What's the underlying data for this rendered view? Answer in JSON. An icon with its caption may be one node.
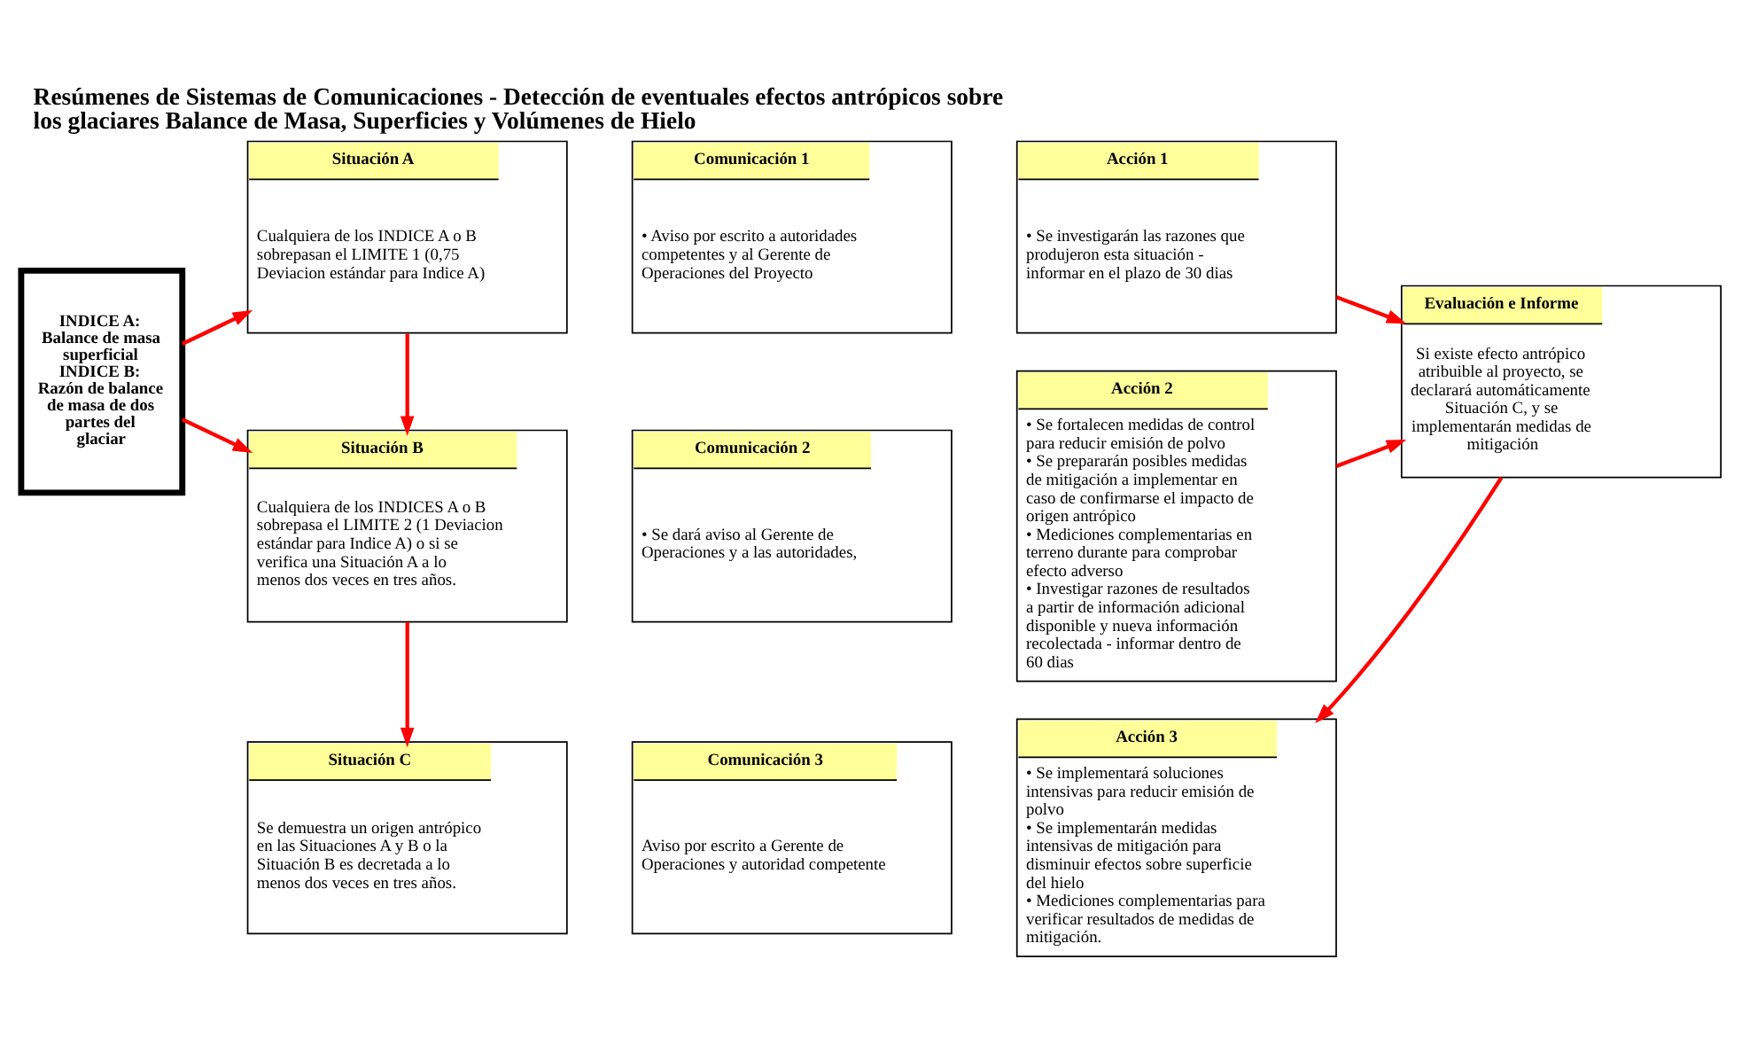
{
  "diagram": {
    "title": "Resúmenes de Sistemas de Comunicaciones - Detección de eventuales efectos antrópicos sobre los glaciares Balance de Masa, Superficies y Volúmenes de Hielo",
    "nodes": [
      {
        "text": [
          "INDICE A:",
          "Balance de masa superficial",
          "INDICE B:",
          "Razón de balance de masa de dos partes del glaciar"
        ]
      },
      {
        "text": [
          "Situación A",
          "Cualquiera de los INDICE A o B sobrepasan el LIMITE 1 (0,75 Deviacion estándar para Indice A)"
        ]
      },
      {
        "text": [
          "Comunicación 1",
          "• Aviso por escrito a autoridades competentes y al Gerente de Operaciones del Proyecto"
        ]
      },
      {
        "text": [
          "Acción 1",
          "• Se investigarán las razones que produjeron esta situación - informar en el plazo de 30 dias"
        ]
      },
      {
        "text": [
          "Evaluación e Informe",
          "Si existe efecto antrópico atribuible al proyecto, se declarará automáticamente Situación C, y se implementarán medidas de mitigación"
        ]
      },
      {
        "text": [
          "Situación B",
          "Cualquiera de los INDICES A o B sobrepasa el LIMITE 2 (1 Deviacion estándar para Indice A) o si se verifica una Situación A a lo menos dos veces en tres años."
        ]
      },
      {
        "text": [
          "Comunicación 2",
          "• Se dará aviso al Gerente de Operaciones y a las autoridades,"
        ]
      },
      {
        "text": [
          "Acción 2",
          "• Se fortalecen medidas de control para reducir emisión de polvo",
          "• Se prepararán posibles medidas de mitigación a implementar en caso de confirmarse el impacto de origen antrópico",
          "• Mediciones complementarias en terreno durante para comprobar efecto adverso",
          "• Investigar razones de resultados a partir de información adicional disponible y nueva información recolectada - informar dentro de 60 dias"
        ]
      },
      {
        "text": [
          "Situación C",
          "Se demuestra un origen antrópico en las Situaciones A y B o la Situación B es decretada a lo menos dos veces en tres años."
        ]
      },
      {
        "text": [
          "Comunicación 3",
          "Aviso por escrito a Gerente de Operaciones y autoridad competente"
        ]
      },
      {
        "text": [
          "Acción 3",
          "• Se implementará soluciones intensivas para reducir emisión de polvo",
          "• Se implementarán medidas intensivas de mitigación para disminuir efectos sobre superficie del hielo",
          "• Mediciones complementarias para verificar resultados de medidas de mitigación."
        ]
      }
    ],
    "edges": [
      {
        "from": 0,
        "to": 1,
        "arrow": "to"
      },
      {
        "from": 0,
        "to": 5,
        "arrow": "to"
      },
      {
        "from": 1,
        "to": 5,
        "arrow": "to"
      },
      {
        "from": 3,
        "to": 4,
        "arrow": "to"
      },
      {
        "from": 7,
        "to": 4,
        "arrow": "to"
      },
      {
        "from": 5,
        "to": 8,
        "arrow": "to"
      },
      {
        "from": 4,
        "to": 10,
        "arrow": "to"
      }
    ]
  }
}
